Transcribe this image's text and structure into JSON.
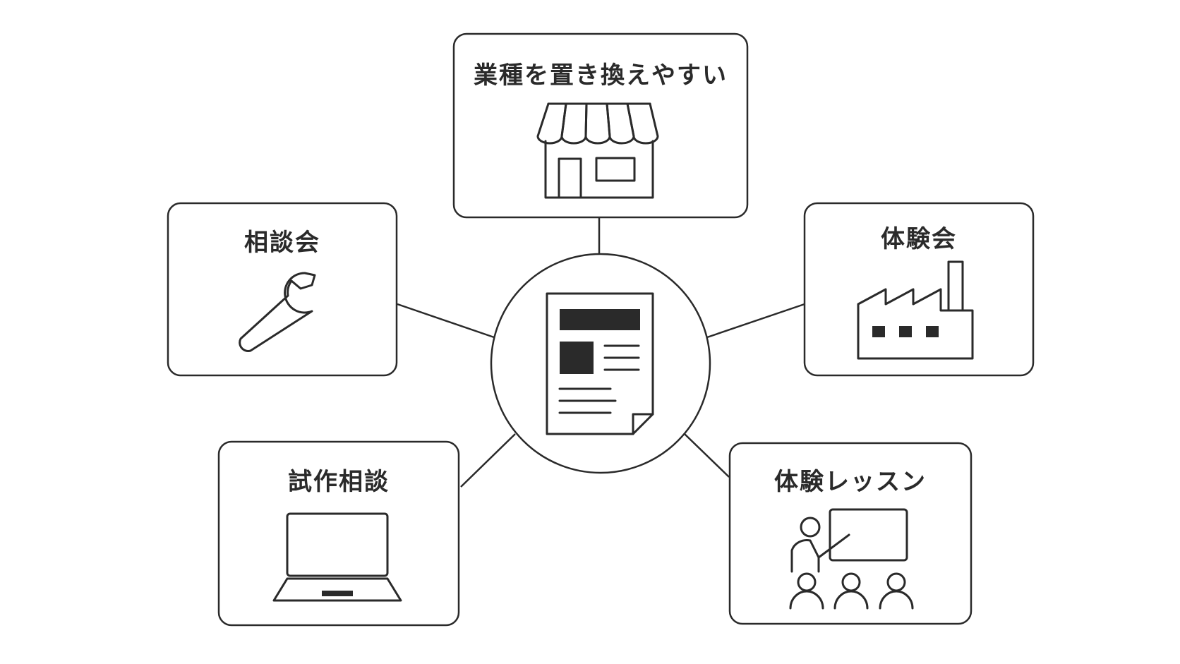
{
  "center": {
    "icon": "newspaper-flyer-icon"
  },
  "nodes": [
    {
      "id": "top",
      "label": "業種を置き換えやすい",
      "icon": "storefront-icon"
    },
    {
      "id": "left-upper",
      "label": "相談会",
      "icon": "wrench-icon"
    },
    {
      "id": "right-upper",
      "label": "体験会",
      "icon": "factory-icon"
    },
    {
      "id": "left-lower",
      "label": "試作相談",
      "icon": "laptop-icon"
    },
    {
      "id": "right-lower",
      "label": "体験レッスン",
      "icon": "presentation-lesson-icon"
    }
  ],
  "colors": {
    "stroke": "#2a2a2a",
    "background": "#ffffff"
  }
}
